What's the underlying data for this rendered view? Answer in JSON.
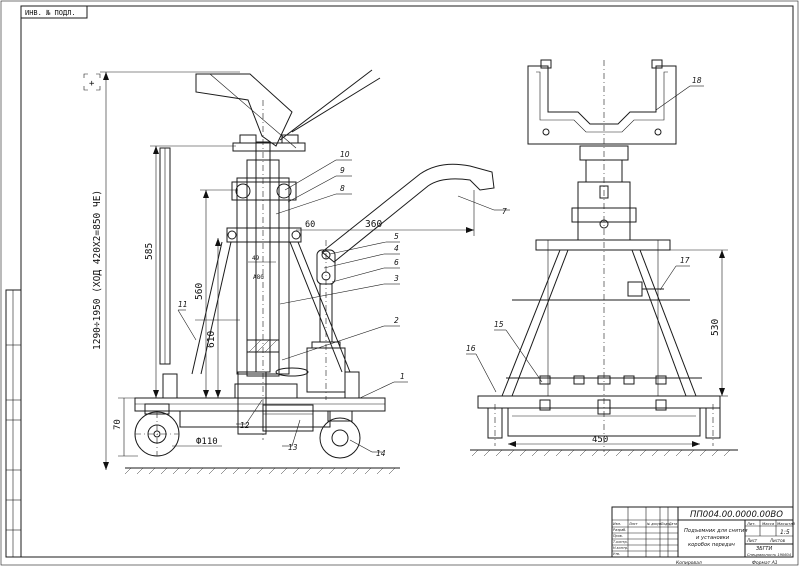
{
  "sheet": {
    "top_left_stamp": "ИНВ. № ПОДЛ.",
    "main_code": "ПП004.00.0000.00ВО",
    "title_line1": "Подъемник для снятия",
    "title_line2": "и установки",
    "title_line3": "коробок передач",
    "letter_cols": [
      "Лит.",
      "Масса",
      "Масштаб"
    ],
    "scale": "1:5",
    "sheet_label": "Лист",
    "sheets_label": "Листов",
    "org_line1": "ЗБГТИ",
    "org_line2": "Специальность 190604",
    "format_left": "Копировал",
    "format_right": "Формат А1",
    "roles": [
      "Изм.",
      "Лист",
      "№ докум.",
      "Подп.",
      "Дата",
      "Разраб.",
      "Пров.",
      "Т.контр.",
      "Н.контр.",
      "Утв."
    ]
  },
  "dimensions": {
    "total_height": "1290÷1950 (ХОД 420Х2=850 ЧЕ)",
    "d585": "585",
    "d560": "560",
    "d610": "610",
    "d70": "70",
    "d110": "Ф110",
    "d60": "60",
    "d360": "360",
    "d530": "530",
    "d450": "450",
    "d49": "49",
    "a80": "А80"
  },
  "callouts": [
    "1",
    "2",
    "3",
    "4",
    "5",
    "6",
    "7",
    "8",
    "9",
    "10",
    "11",
    "12",
    "13",
    "14",
    "15",
    "16",
    "17",
    "18"
  ],
  "corner_mark": "+"
}
